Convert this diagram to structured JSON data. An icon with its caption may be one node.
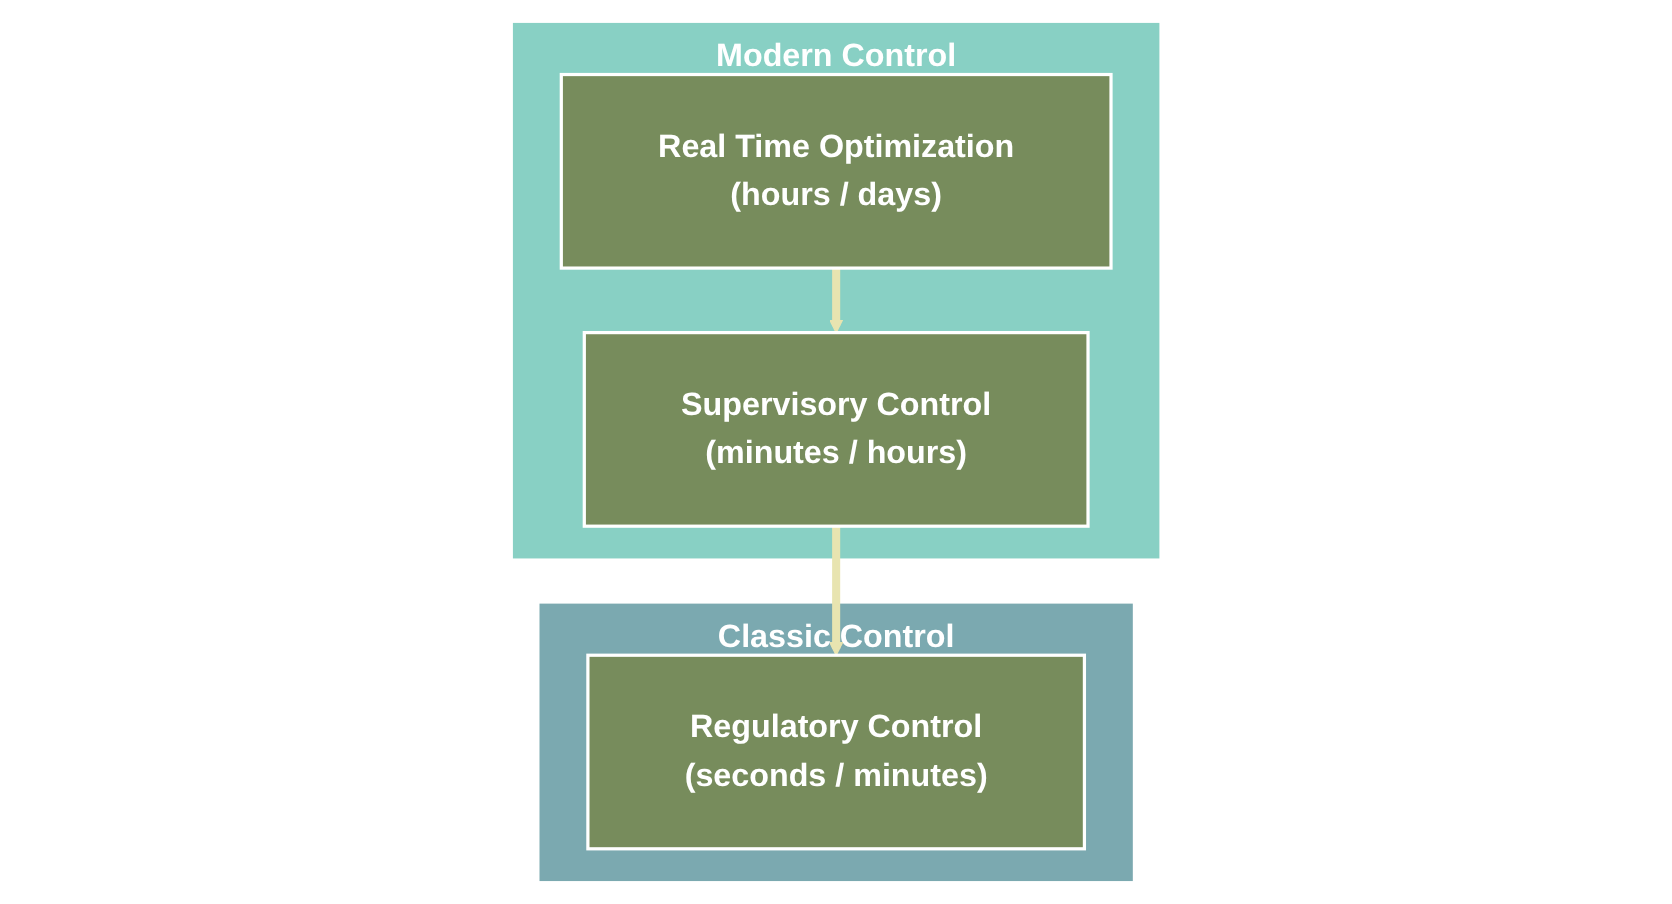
{
  "diagram": {
    "nodes": [
      {
        "text": [
          "Modern Control"
        ]
      },
      {
        "text": [
          "Real Time Optimization",
          "(hours / days)"
        ],
        "in": 0
      },
      {
        "text": [
          "Supervisory Control",
          "(minutes / hours)"
        ],
        "in": 0
      },
      {
        "text": [
          "Classic Control"
        ]
      },
      {
        "text": [
          "Regulatory Control",
          "(seconds / minutes)"
        ],
        "in": 3
      }
    ],
    "edges": [
      {
        "from": 1,
        "to": 2,
        "arrow": "to"
      },
      {
        "from": 2,
        "to": 4,
        "arrow": "to"
      }
    ]
  }
}
